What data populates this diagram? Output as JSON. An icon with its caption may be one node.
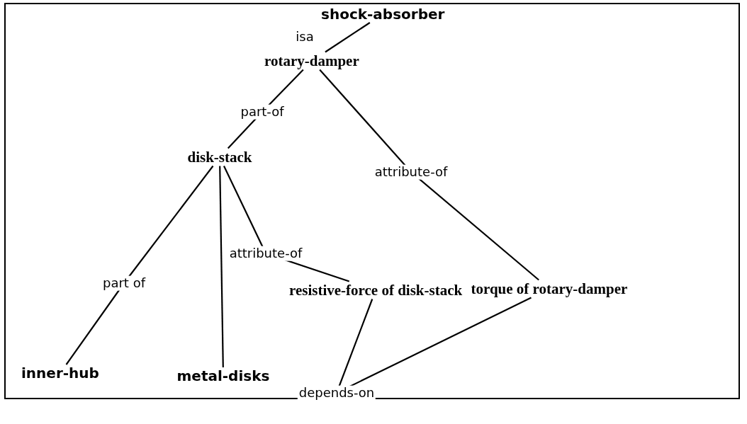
{
  "diagram": {
    "nodes": [
      {
        "text": [
          "shock-absorber"
        ]
      },
      {
        "text": [
          "rotary-damper"
        ]
      },
      {
        "text": [
          "disk-stack"
        ]
      },
      {
        "text": [
          "resistive-force of disk-stack"
        ]
      },
      {
        "text": [
          "torque of rotary-damper"
        ]
      },
      {
        "text": [
          "inner-hub"
        ]
      },
      {
        "text": [
          "metal-disks"
        ]
      }
    ],
    "edges": [
      {
        "from": 1,
        "to": 0,
        "arrow": "none",
        "label": "isa"
      },
      {
        "from": 2,
        "to": 1,
        "arrow": "none",
        "label": "part-of"
      },
      {
        "from": 4,
        "to": 1,
        "arrow": "none",
        "label": "attribute-of"
      },
      {
        "from": 3,
        "to": 2,
        "arrow": "none",
        "label": "attribute-of"
      },
      {
        "from": 5,
        "to": 2,
        "arrow": "none",
        "label": "part of"
      },
      {
        "from": 6,
        "to": 2,
        "arrow": "none"
      },
      {
        "from": 3,
        "to": 4,
        "arrow": "none",
        "label": "depends-on"
      }
    ]
  }
}
